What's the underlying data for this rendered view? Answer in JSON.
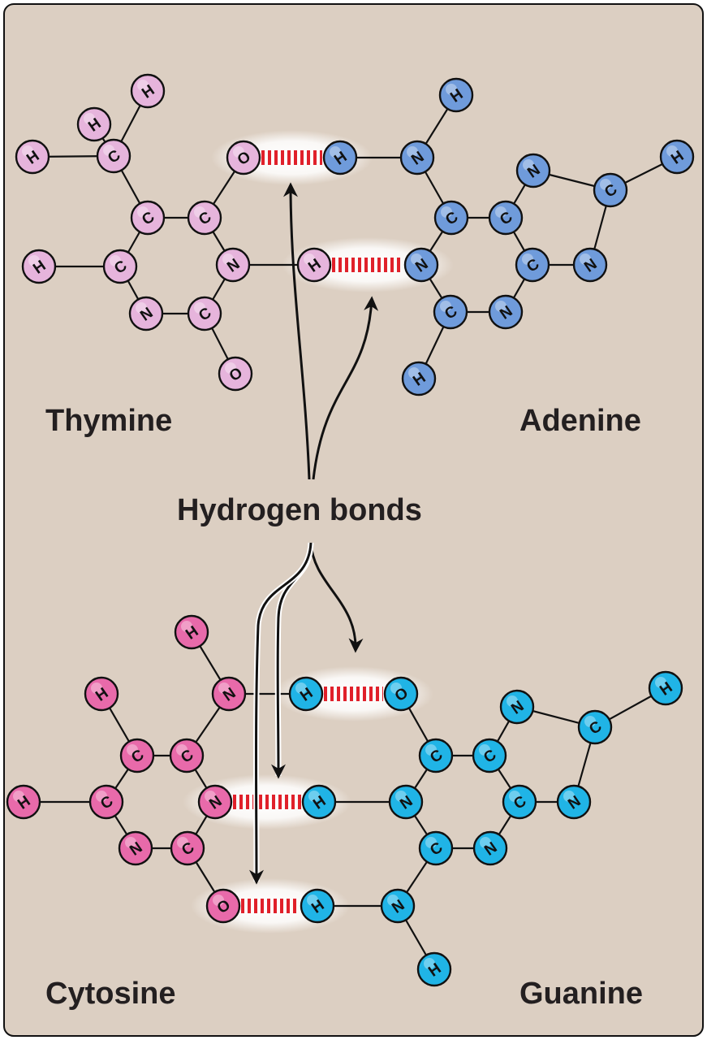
{
  "colors": {
    "background": "#dccfc2",
    "thymine": "#e6b4dc",
    "adenine": "#6f9bdb",
    "cytosine": "#e86aaa",
    "guanine": "#20b4e6",
    "hbond": "#e0202a",
    "stroke": "#111111"
  },
  "labels": {
    "thymine": "Thymine",
    "adenine": "Adenine",
    "hydrogen_bonds": "Hydrogen bonds",
    "cytosine": "Cytosine",
    "guanine": "Guanine"
  },
  "molecules": [
    {
      "name": "thymine",
      "color_key": "thymine",
      "atoms": [
        {
          "id": "tH1",
          "el": "H"
        },
        {
          "id": "tH2",
          "el": "H"
        },
        {
          "id": "tH3",
          "el": "H"
        },
        {
          "id": "tCm",
          "el": "C"
        },
        {
          "id": "tO1",
          "el": "O"
        },
        {
          "id": "tC1",
          "el": "C"
        },
        {
          "id": "tC2",
          "el": "C"
        },
        {
          "id": "tH4",
          "el": "H"
        },
        {
          "id": "tC3",
          "el": "C"
        },
        {
          "id": "tN1",
          "el": "N"
        },
        {
          "id": "tH5",
          "el": "H"
        },
        {
          "id": "tN2",
          "el": "N"
        },
        {
          "id": "tC4",
          "el": "C"
        },
        {
          "id": "tO2",
          "el": "O"
        }
      ]
    },
    {
      "name": "adenine",
      "color_key": "adenine",
      "atoms": [
        {
          "id": "aH1",
          "el": "H"
        },
        {
          "id": "aH2",
          "el": "H"
        },
        {
          "id": "aN1",
          "el": "N"
        },
        {
          "id": "aN2",
          "el": "N"
        },
        {
          "id": "aC1",
          "el": "C"
        },
        {
          "id": "aH3",
          "el": "H"
        },
        {
          "id": "aC2",
          "el": "C"
        },
        {
          "id": "aC3",
          "el": "C"
        },
        {
          "id": "aN3",
          "el": "N"
        },
        {
          "id": "aC4",
          "el": "C"
        },
        {
          "id": "aN4",
          "el": "N"
        },
        {
          "id": "aC5",
          "el": "C"
        },
        {
          "id": "aN5",
          "el": "N"
        },
        {
          "id": "aH4",
          "el": "H"
        }
      ]
    },
    {
      "name": "cytosine",
      "color_key": "cytosine",
      "atoms": [
        {
          "id": "cH1",
          "el": "H"
        },
        {
          "id": "cH2",
          "el": "H"
        },
        {
          "id": "cN1",
          "el": "N"
        },
        {
          "id": "cC1",
          "el": "C"
        },
        {
          "id": "cC2",
          "el": "C"
        },
        {
          "id": "cH3",
          "el": "H"
        },
        {
          "id": "cC3",
          "el": "C"
        },
        {
          "id": "cN2",
          "el": "N"
        },
        {
          "id": "cN3",
          "el": "N"
        },
        {
          "id": "cC4",
          "el": "C"
        },
        {
          "id": "cO1",
          "el": "O"
        }
      ]
    },
    {
      "name": "guanine",
      "color_key": "guanine",
      "atoms": [
        {
          "id": "gO1",
          "el": "O"
        },
        {
          "id": "gN1",
          "el": "N"
        },
        {
          "id": "gH1",
          "el": "H"
        },
        {
          "id": "gC1",
          "el": "C"
        },
        {
          "id": "gC2",
          "el": "C"
        },
        {
          "id": "gC3",
          "el": "C"
        },
        {
          "id": "gH2",
          "el": "H"
        },
        {
          "id": "gN2",
          "el": "N"
        },
        {
          "id": "gC4",
          "el": "C"
        },
        {
          "id": "gN3",
          "el": "N"
        },
        {
          "id": "gC5",
          "el": "C"
        },
        {
          "id": "gN4",
          "el": "N"
        },
        {
          "id": "gH3",
          "el": "H"
        },
        {
          "id": "gN5",
          "el": "N"
        },
        {
          "id": "gH4",
          "el": "H"
        }
      ]
    }
  ]
}
